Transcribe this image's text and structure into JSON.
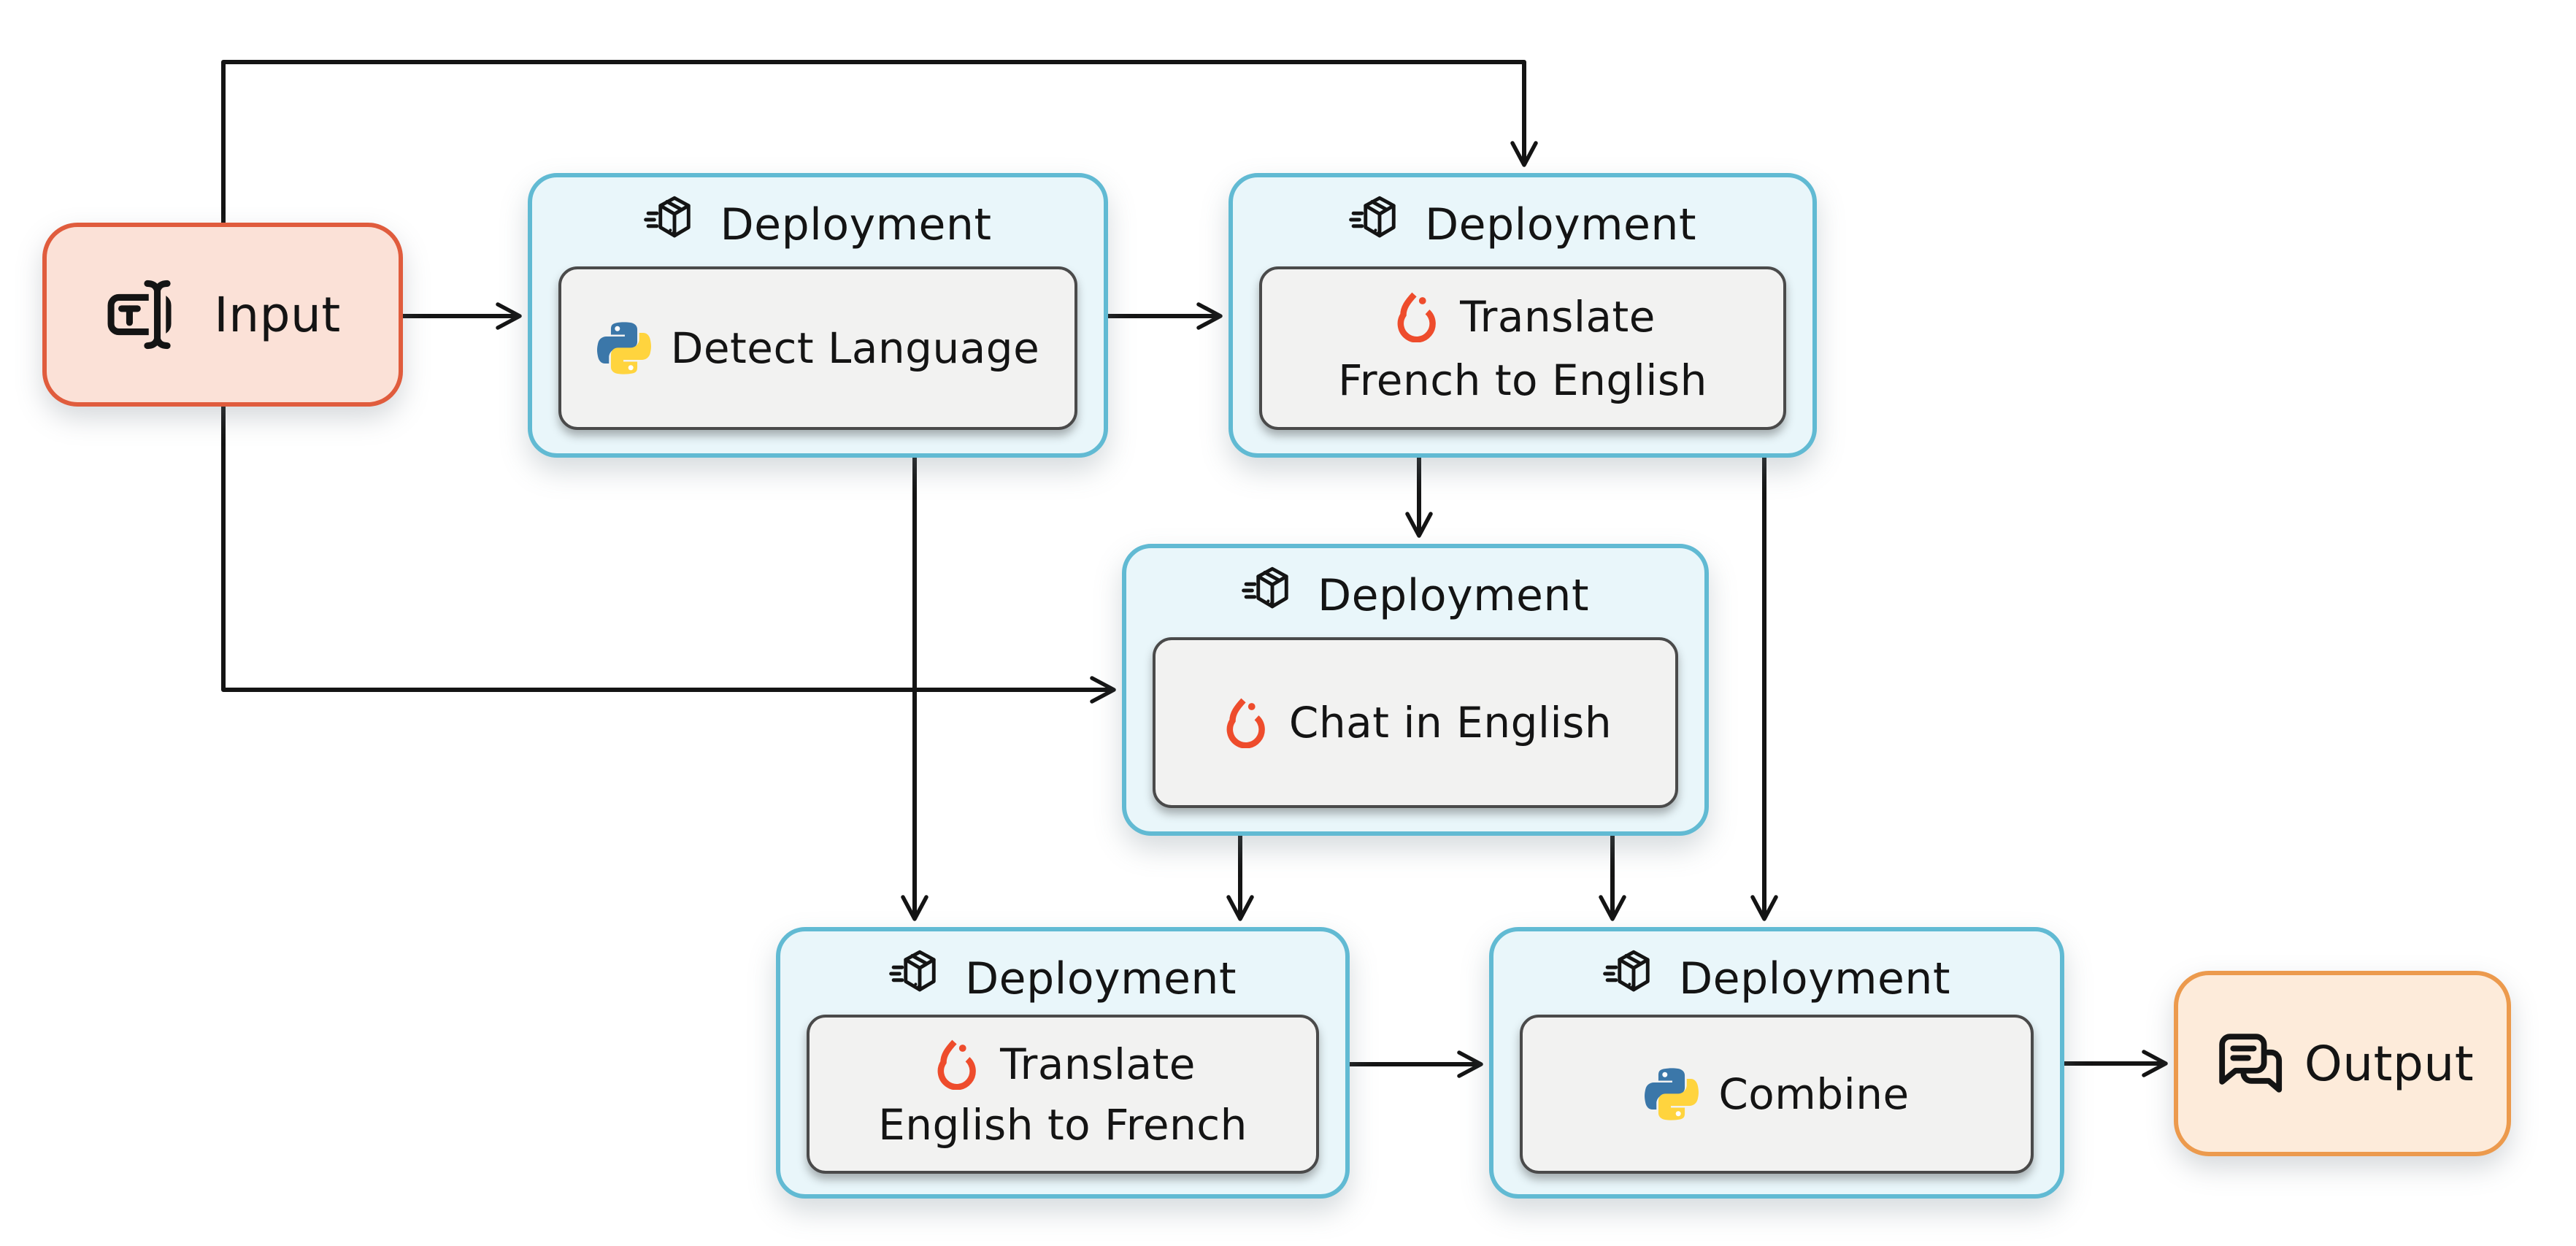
{
  "diagram_title": "",
  "nodes": {
    "input": {
      "label": "Input",
      "icon": "text-input-icon"
    },
    "output": {
      "label": "Output",
      "icon": "chat-bubbles-icon"
    },
    "detect_language": {
      "header": "Deployment",
      "label": "Detect Language",
      "icon": "python-icon"
    },
    "translate_french_to_english": {
      "header": "Deployment",
      "line1": "Translate",
      "line2": "French to English",
      "icon": "pytorch-icon"
    },
    "chat_in_english": {
      "header": "Deployment",
      "label": "Chat in English",
      "icon": "pytorch-icon"
    },
    "translate_english_to_french": {
      "header": "Deployment",
      "line1": "Translate",
      "line2": "English to French",
      "icon": "pytorch-icon"
    },
    "combine": {
      "header": "Deployment",
      "label": "Combine",
      "icon": "python-icon"
    }
  },
  "edges": [
    {
      "from": "input",
      "to": "translate_french_to_english",
      "route": "over-the-top"
    },
    {
      "from": "input",
      "to": "detect_language",
      "route": "direct"
    },
    {
      "from": "detect_language",
      "to": "translate_french_to_english",
      "route": "direct"
    },
    {
      "from": "translate_french_to_english",
      "to": "chat_in_english",
      "route": "direct"
    },
    {
      "from": "translate_french_to_english",
      "to": "combine",
      "route": "down-right-side"
    },
    {
      "from": "input",
      "to": "chat_in_english",
      "route": "down-and-across"
    },
    {
      "from": "detect_language",
      "to": "translate_english_to_french",
      "route": "straight-down"
    },
    {
      "from": "chat_in_english",
      "to": "translate_english_to_french",
      "route": "direct"
    },
    {
      "from": "chat_in_english",
      "to": "combine",
      "route": "direct"
    },
    {
      "from": "translate_english_to_french",
      "to": "combine",
      "route": "direct"
    },
    {
      "from": "combine",
      "to": "output",
      "route": "direct"
    }
  ],
  "colors": {
    "input_fill": "#FBE1D7",
    "input_border": "#E05C3D",
    "output_fill": "#FDEBDA",
    "output_border": "#EC9A4D",
    "deployment_fill": "#E9F6FA",
    "deployment_border": "#61BAD3",
    "op_fill": "#F2F2F1",
    "op_border": "#4A4A4A",
    "arrow": "#141414",
    "pytorch_orange": "#EE4C2C",
    "python_blue": "#3B77A9",
    "python_yellow": "#FFD43E"
  }
}
